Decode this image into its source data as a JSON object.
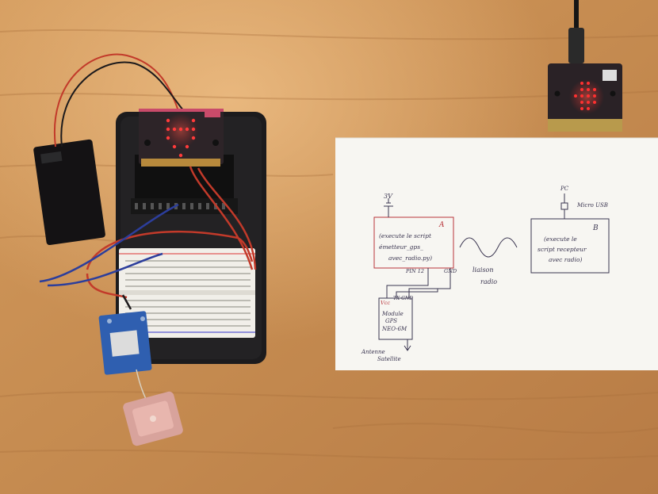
{
  "scene": {
    "description_colors": {
      "table": "#c08a52",
      "paper": "#f7f6f2",
      "ink": "#3a3550",
      "red_ink": "#b8343a",
      "led_red": "#ff2a2a",
      "microbit_board": "#2a2226",
      "gps_module_blue": "#2f5fb0"
    },
    "labels": {
      "v3": "3V",
      "box_a_letter": "A",
      "box_a_text_1": "(execute le script",
      "box_a_text_2": "émetteur_gps_",
      "box_a_text_3": "avec_radio.py)",
      "pin_12": "PIN 12",
      "gnd_a": "GND",
      "vcc": "Vcc",
      "tx_gnd": "TX GND",
      "gps_1": "Module",
      "gps_2": "GPS",
      "gps_3": "NEO-6M",
      "antenne_1": "Antenne",
      "antenne_2": "Satellite",
      "liaison_1": "liaison",
      "liaison_2": "radio",
      "pc": "PC",
      "micro_usb": "Micro USB",
      "box_b_letter": "B",
      "box_b_text_1": "(execute le",
      "box_b_text_2": "script recepteur",
      "box_b_text_3": "avec radio)"
    }
  }
}
